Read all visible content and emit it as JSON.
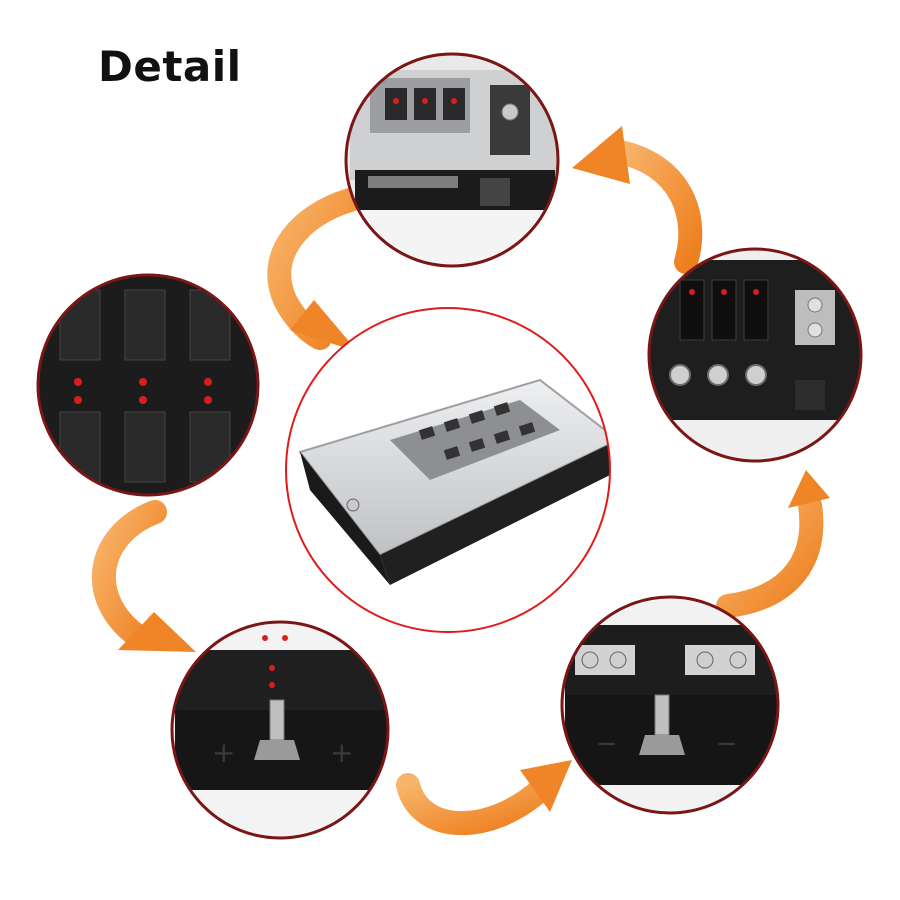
{
  "title": "Detail",
  "colors": {
    "accent_arrow": "#f0892b",
    "circle_border": "#7a1616",
    "center_border": "#e01b1b",
    "housing_black": "#141414",
    "cover_translucent": "#d9dadc",
    "led_red": "#d81e1e"
  },
  "callouts": [
    {
      "name": "top-detail",
      "subject": "fuse-slots-with-led-and-negative-bus"
    },
    {
      "name": "right-detail",
      "subject": "screw-terminals-and-negative-bus"
    },
    {
      "name": "bottom-right-detail",
      "subject": "negative-stud-terminal"
    },
    {
      "name": "bottom-left-detail",
      "subject": "positive-stud-terminal"
    },
    {
      "name": "left-detail",
      "subject": "blade-fuse-sockets-with-led-indicators"
    }
  ],
  "center": {
    "subject": "12-way-fuse-block-with-clear-cover"
  }
}
